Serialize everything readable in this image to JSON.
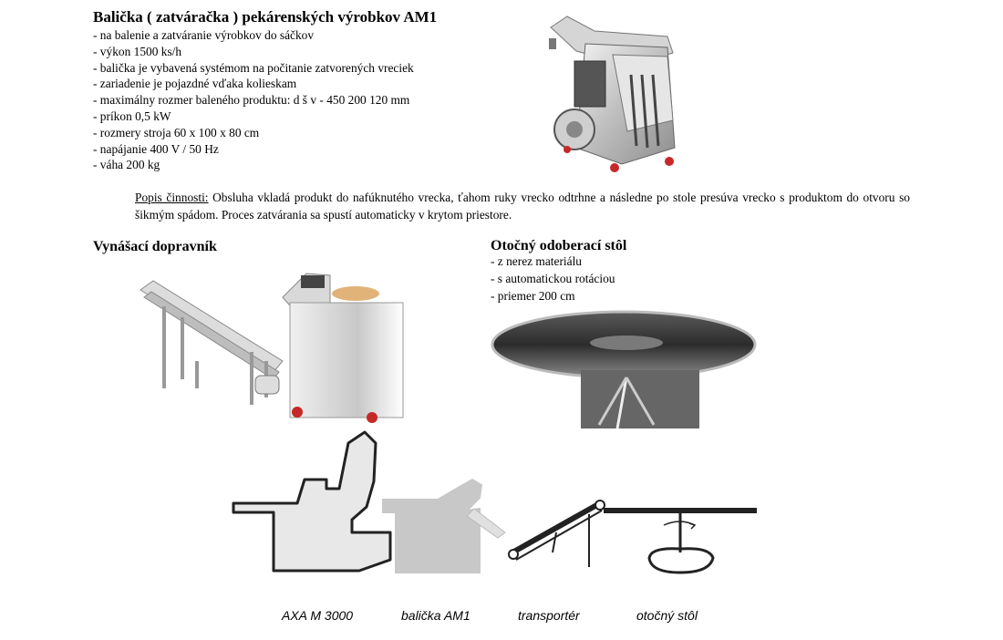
{
  "heading": "Balička ( zatváračka ) pekárenských výrobkov AM1",
  "specs": [
    "- na balenie a zatváranie výrobkov do sáčkov",
    "- výkon 1500 ks/h",
    "- balička je vybavená systémom na počitanie zatvorených vreciek",
    "- zariadenie je pojazdné vďaka kolieskam",
    "- maximálny rozmer baleného produktu: d š v  - 450 200 120 mm",
    "- príkon 0,5 kW",
    "- rozmery stroja 60 x 100 x 80 cm",
    "- napájanie 400 V / 50 Hz",
    "- váha 200 kg"
  ],
  "description": {
    "label": "Popis činnosti:",
    "text": " Obsluha vkladá produkt do nafúknutého vrecka, ťahom ruky vrecko odtrhne a následne po stole presúva vrecko s produktom do otvoru so šikmým spádom. Proces zatvárania sa spustí automaticky v krytom priestore."
  },
  "conveyor": {
    "heading": "Vynášací dopravník"
  },
  "table": {
    "heading": "Otočný odoberací stôl",
    "items": [
      "- z nerez materiálu",
      "- s automatickou rotáciou",
      "- priemer 200 cm"
    ]
  },
  "captions": [
    "AXA M 3000",
    "balička AM1",
    "transportér",
    "otočný stôl"
  ]
}
